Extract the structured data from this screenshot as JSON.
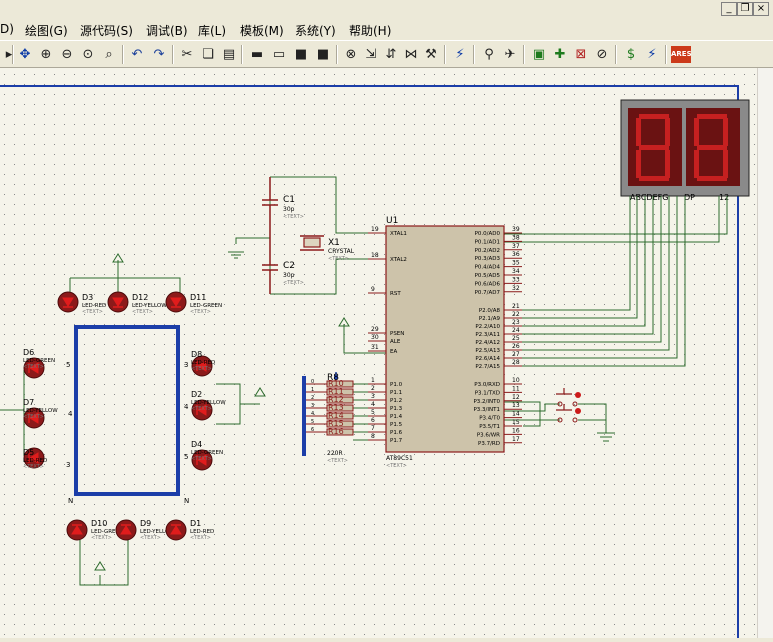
{
  "window": {
    "buttons": [
      "_",
      "❐",
      "×"
    ]
  },
  "menu": [
    "D)",
    "绘图(G)",
    "源代码(S)",
    "调试(B)",
    "库(L)",
    "模板(M)",
    "系统(Y)",
    "帮助(H)"
  ],
  "toolbar": {
    "icons": [
      "cursor-cross-icon",
      "zoom-in-icon",
      "zoom-out-icon",
      "zoom-all-icon",
      "zoom-area-icon",
      "undo-icon",
      "redo-icon",
      "cut-icon",
      "copy-icon",
      "paste-icon",
      "block-copy-icon",
      "block-move-icon",
      "block-rotate-icon",
      "block-delete-icon",
      "pick-device-icon",
      "make-device-icon",
      "packaging-tool-icon",
      "decompose-icon",
      "wire-autorouter-icon",
      "search-tag-icon",
      "property-assignment-icon",
      "design-explorer-icon",
      "new-sheet-icon",
      "remove-sheet-icon",
      "exit-to-parent-icon",
      "bill-of-materials-icon",
      "electrical-rule-check-icon",
      "netlist-to-ares-icon"
    ]
  },
  "ares_label": "ARES",
  "schematic": {
    "display": {
      "segments": "ABCDEFG",
      "dp": "DP",
      "digits": "12"
    },
    "crystal": {
      "ref": "X1",
      "value": "CRYSTAL",
      "text": "<TEXT>"
    },
    "caps": [
      {
        "ref": "C1",
        "value": "30p",
        "text": "<TEXT>"
      },
      {
        "ref": "C2",
        "value": "30p",
        "text": "<TEXT>"
      }
    ],
    "mcu": {
      "ref": "U1",
      "part": "AT89C51",
      "text": "<TEXT>",
      "left_pins": [
        {
          "num": "19",
          "name": "XTAL1"
        },
        {
          "num": "18",
          "name": "XTAL2"
        },
        {
          "num": "9",
          "name": "RST"
        },
        {
          "num": "29",
          "name": "PSEN"
        },
        {
          "num": "30",
          "name": "ALE"
        },
        {
          "num": "31",
          "name": "EA"
        },
        {
          "num": "1",
          "name": "P1.0"
        },
        {
          "num": "2",
          "name": "P1.1"
        },
        {
          "num": "3",
          "name": "P1.2"
        },
        {
          "num": "4",
          "name": "P1.3"
        },
        {
          "num": "5",
          "name": "P1.4"
        },
        {
          "num": "6",
          "name": "P1.5"
        },
        {
          "num": "7",
          "name": "P1.6"
        },
        {
          "num": "8",
          "name": "P1.7"
        }
      ],
      "right_pins": [
        {
          "num": "39",
          "name": "P0.0/AD0"
        },
        {
          "num": "38",
          "name": "P0.1/AD1"
        },
        {
          "num": "37",
          "name": "P0.2/AD2"
        },
        {
          "num": "36",
          "name": "P0.3/AD3"
        },
        {
          "num": "35",
          "name": "P0.4/AD4"
        },
        {
          "num": "34",
          "name": "P0.5/AD5"
        },
        {
          "num": "33",
          "name": "P0.6/AD6"
        },
        {
          "num": "32",
          "name": "P0.7/AD7"
        },
        {
          "num": "21",
          "name": "P2.0/A8"
        },
        {
          "num": "22",
          "name": "P2.1/A9"
        },
        {
          "num": "23",
          "name": "P2.2/A10"
        },
        {
          "num": "24",
          "name": "P2.3/A11"
        },
        {
          "num": "25",
          "name": "P2.4/A12"
        },
        {
          "num": "26",
          "name": "P2.5/A13"
        },
        {
          "num": "27",
          "name": "P2.6/A14"
        },
        {
          "num": "28",
          "name": "P2.7/A15"
        },
        {
          "num": "10",
          "name": "P3.0/RXD"
        },
        {
          "num": "11",
          "name": "P3.1/TXD"
        },
        {
          "num": "12",
          "name": "P3.2/INT0"
        },
        {
          "num": "13",
          "name": "P3.3/INT1"
        },
        {
          "num": "14",
          "name": "P3.4/T0"
        },
        {
          "num": "15",
          "name": "P3.5/T1"
        },
        {
          "num": "16",
          "name": "P3.6/WR"
        },
        {
          "num": "17",
          "name": "P3.7/RD"
        }
      ]
    },
    "rpack": {
      "ref": "R8",
      "value": "220R",
      "text": "<TEXT>",
      "resistors": [
        "R10",
        "R11",
        "R12",
        "R13",
        "R14",
        "R15",
        "R16"
      ],
      "port_labels": [
        "0",
        "1",
        "2",
        "3",
        "4",
        "5",
        "6"
      ]
    },
    "leds": [
      {
        "ref": "D3",
        "value": "LED-RED"
      },
      {
        "ref": "D12",
        "value": "LED-YELLOW"
      },
      {
        "ref": "D11",
        "value": "LED-GREEN"
      },
      {
        "ref": "D8",
        "value": "LED-RED"
      },
      {
        "ref": "D2",
        "value": "LED-YELLOW"
      },
      {
        "ref": "D4",
        "value": "LED-GREEN"
      },
      {
        "ref": "D10",
        "value": "LED-GREEN"
      },
      {
        "ref": "D9",
        "value": "LED-YELLOW"
      },
      {
        "ref": "D1",
        "value": "LED-RED"
      },
      {
        "ref": "D6",
        "value": "LED-GREEN"
      },
      {
        "ref": "D7",
        "value": "LED-YELLOW"
      },
      {
        "ref": "D5",
        "value": "LED-RED"
      }
    ],
    "led_text": "<TEXT>",
    "junction_labels": {
      "left_top": "5",
      "left_mid": "4",
      "left_bot": "3",
      "right_top": "3",
      "right_mid": "4",
      "right_bot": "5",
      "bottom_left": "N",
      "bottom_right": "N"
    },
    "switch_pins": [
      "12",
      "13",
      "14",
      "15"
    ]
  }
}
